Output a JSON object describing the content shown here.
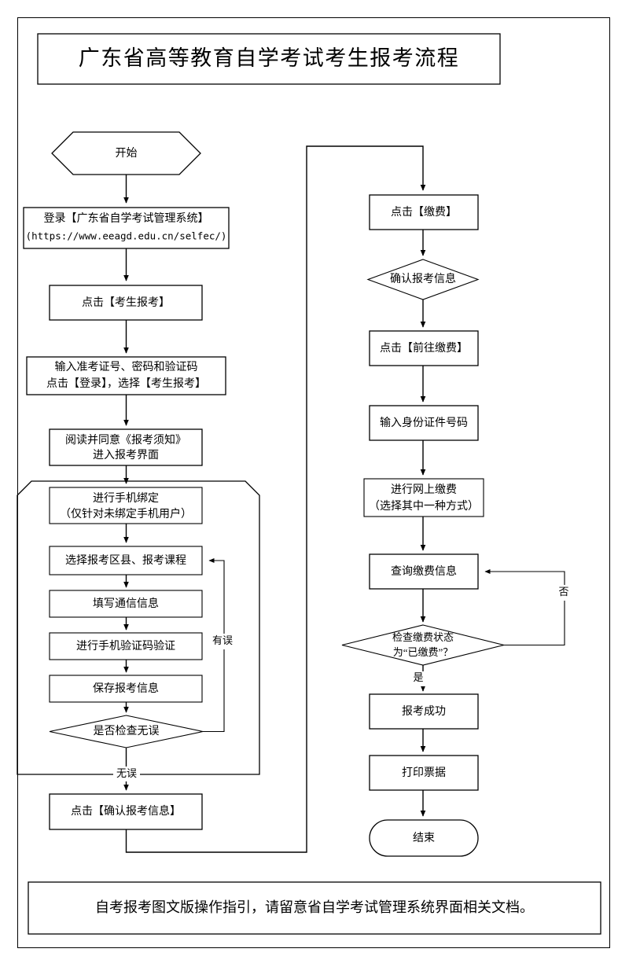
{
  "document": {
    "title_box": "广东省高等教育自学考试考生报考流程",
    "footer_note": "自考报考图文版操作指引，请留意省自学考试管理系统界面相关文档。"
  },
  "colors": {
    "stroke": "#000000",
    "fill": "#ffffff",
    "text": "#000000"
  },
  "flow": {
    "left_column": {
      "start": "开始",
      "login_line1": "登录【广东省自学考试管理系统】",
      "login_line2": "(https://www.eeagd.edu.cn/selfec/)",
      "click_apply": "点击【考生报考】",
      "credentials_line1": "输入准考证号、密码和验证码",
      "credentials_line2": "点击【登录】，选择【考生报考】",
      "notice_line1": "阅读并同意《报考须知》",
      "notice_line2": "进入报考界面",
      "bind_phone_line1": "进行手机绑定",
      "bind_phone_line2": "（仅针对未绑定手机用户）",
      "select_region": "选择报考区县、报考课程",
      "fill_contact": "填写通信信息",
      "verify_sms": "进行手机验证码验证",
      "save_info": "保存报考信息",
      "check_decision": "是否检查无误",
      "confirm_info": "点击【确认报考信息】",
      "label_error": "有误",
      "label_no_error": "无误"
    },
    "right_column": {
      "click_pay": "点击【缴费】",
      "confirm_apply_info": "确认报考信息",
      "click_goto_pay": "点击【前往缴费】",
      "input_id_number": "输入身份证件号码",
      "online_pay_line1": "进行网上缴费",
      "online_pay_line2": "（选择其中一种方式）",
      "query_payment": "查询缴费信息",
      "pay_status_line1": "检查缴费状态",
      "pay_status_line2": "为“已缴费”？",
      "apply_success": "报考成功",
      "print_receipt": "打印票据",
      "end": "结束",
      "label_no": "否",
      "label_yes": "是"
    }
  }
}
